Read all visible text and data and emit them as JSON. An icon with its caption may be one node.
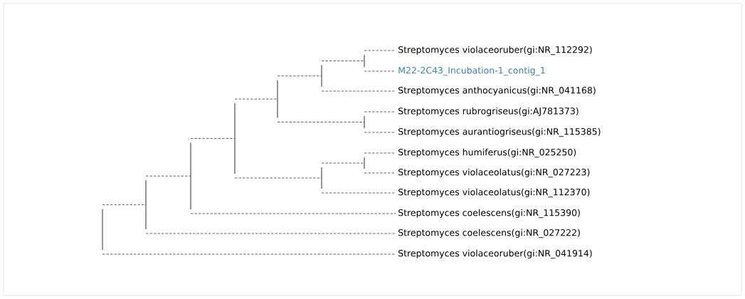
{
  "diagram": {
    "nodes": [
      {
        "text": [
          "Streptomyces violaceoruber(gi:NR_112292)"
        ]
      },
      {
        "text": [
          "M22-2C43_Incubation-1_contig_1"
        ]
      },
      {
        "text": [
          "Streptomyces anthocyanicus(gi:NR_041168)"
        ]
      },
      {
        "text": [
          "Streptomyces rubrogriseus(gi:AJ781373)"
        ]
      },
      {
        "text": [
          "Streptomyces aurantiogriseus(gi:NR_115385)"
        ]
      },
      {
        "text": [
          "Streptomyces humiferus(gi:NR_025250)"
        ]
      },
      {
        "text": [
          "Streptomyces violaceolatus(gi:NR_027223)"
        ]
      },
      {
        "text": [
          "Streptomyces violaceolatus(gi:NR_112370)"
        ]
      },
      {
        "text": [
          "Streptomyces coelescens(gi:NR_115390)"
        ]
      },
      {
        "text": [
          "Streptomyces coelescens(gi:NR_027222)"
        ]
      },
      {
        "text": [
          "Streptomyces violaceoruber(gi:NR_041914)"
        ]
      },
      {
        "text": [],
        "shape": "bar"
      },
      {
        "text": [],
        "shape": "bar"
      },
      {
        "text": [],
        "shape": "bar"
      },
      {
        "text": [],
        "shape": "bar"
      },
      {
        "text": [],
        "shape": "bar"
      },
      {
        "text": [],
        "shape": "bar"
      },
      {
        "text": [],
        "shape": "bar"
      },
      {
        "text": [],
        "shape": "bar"
      },
      {
        "text": [],
        "shape": "bar"
      },
      {
        "text": [],
        "shape": "bar"
      }
    ],
    "edges": [
      {
        "from": 11,
        "to": 12,
        "arrow": "none",
        "style": "dashed"
      },
      {
        "from": 11,
        "to": 10,
        "arrow": "none",
        "style": "dashed"
      },
      {
        "from": 12,
        "to": 13,
        "arrow": "none",
        "style": "dashed"
      },
      {
        "from": 12,
        "to": 9,
        "arrow": "none",
        "style": "dashed"
      },
      {
        "from": 13,
        "to": 14,
        "arrow": "none",
        "style": "dashed"
      },
      {
        "from": 13,
        "to": 8,
        "arrow": "none",
        "style": "dashed"
      },
      {
        "from": 14,
        "to": 15,
        "arrow": "none",
        "style": "dashed"
      },
      {
        "from": 14,
        "to": 17,
        "arrow": "none",
        "style": "dashed"
      },
      {
        "from": 15,
        "to": 16,
        "arrow": "none",
        "style": "dashed"
      },
      {
        "from": 15,
        "to": 19,
        "arrow": "none",
        "style": "dashed"
      },
      {
        "from": 16,
        "to": 18,
        "arrow": "none",
        "style": "dashed"
      },
      {
        "from": 16,
        "to": 2,
        "arrow": "none",
        "style": "dashed"
      },
      {
        "from": 18,
        "to": 0,
        "arrow": "none",
        "style": "dashed"
      },
      {
        "from": 18,
        "to": 1,
        "arrow": "none",
        "style": "dashed"
      },
      {
        "from": 19,
        "to": 3,
        "arrow": "none",
        "style": "dashed"
      },
      {
        "from": 19,
        "to": 4,
        "arrow": "none",
        "style": "dashed"
      },
      {
        "from": 17,
        "to": 20,
        "arrow": "none",
        "style": "dashed"
      },
      {
        "from": 17,
        "to": 7,
        "arrow": "none",
        "style": "dashed"
      },
      {
        "from": 20,
        "to": 5,
        "arrow": "none",
        "style": "dashed"
      },
      {
        "from": 20,
        "to": 6,
        "arrow": "none",
        "style": "dashed"
      }
    ]
  }
}
